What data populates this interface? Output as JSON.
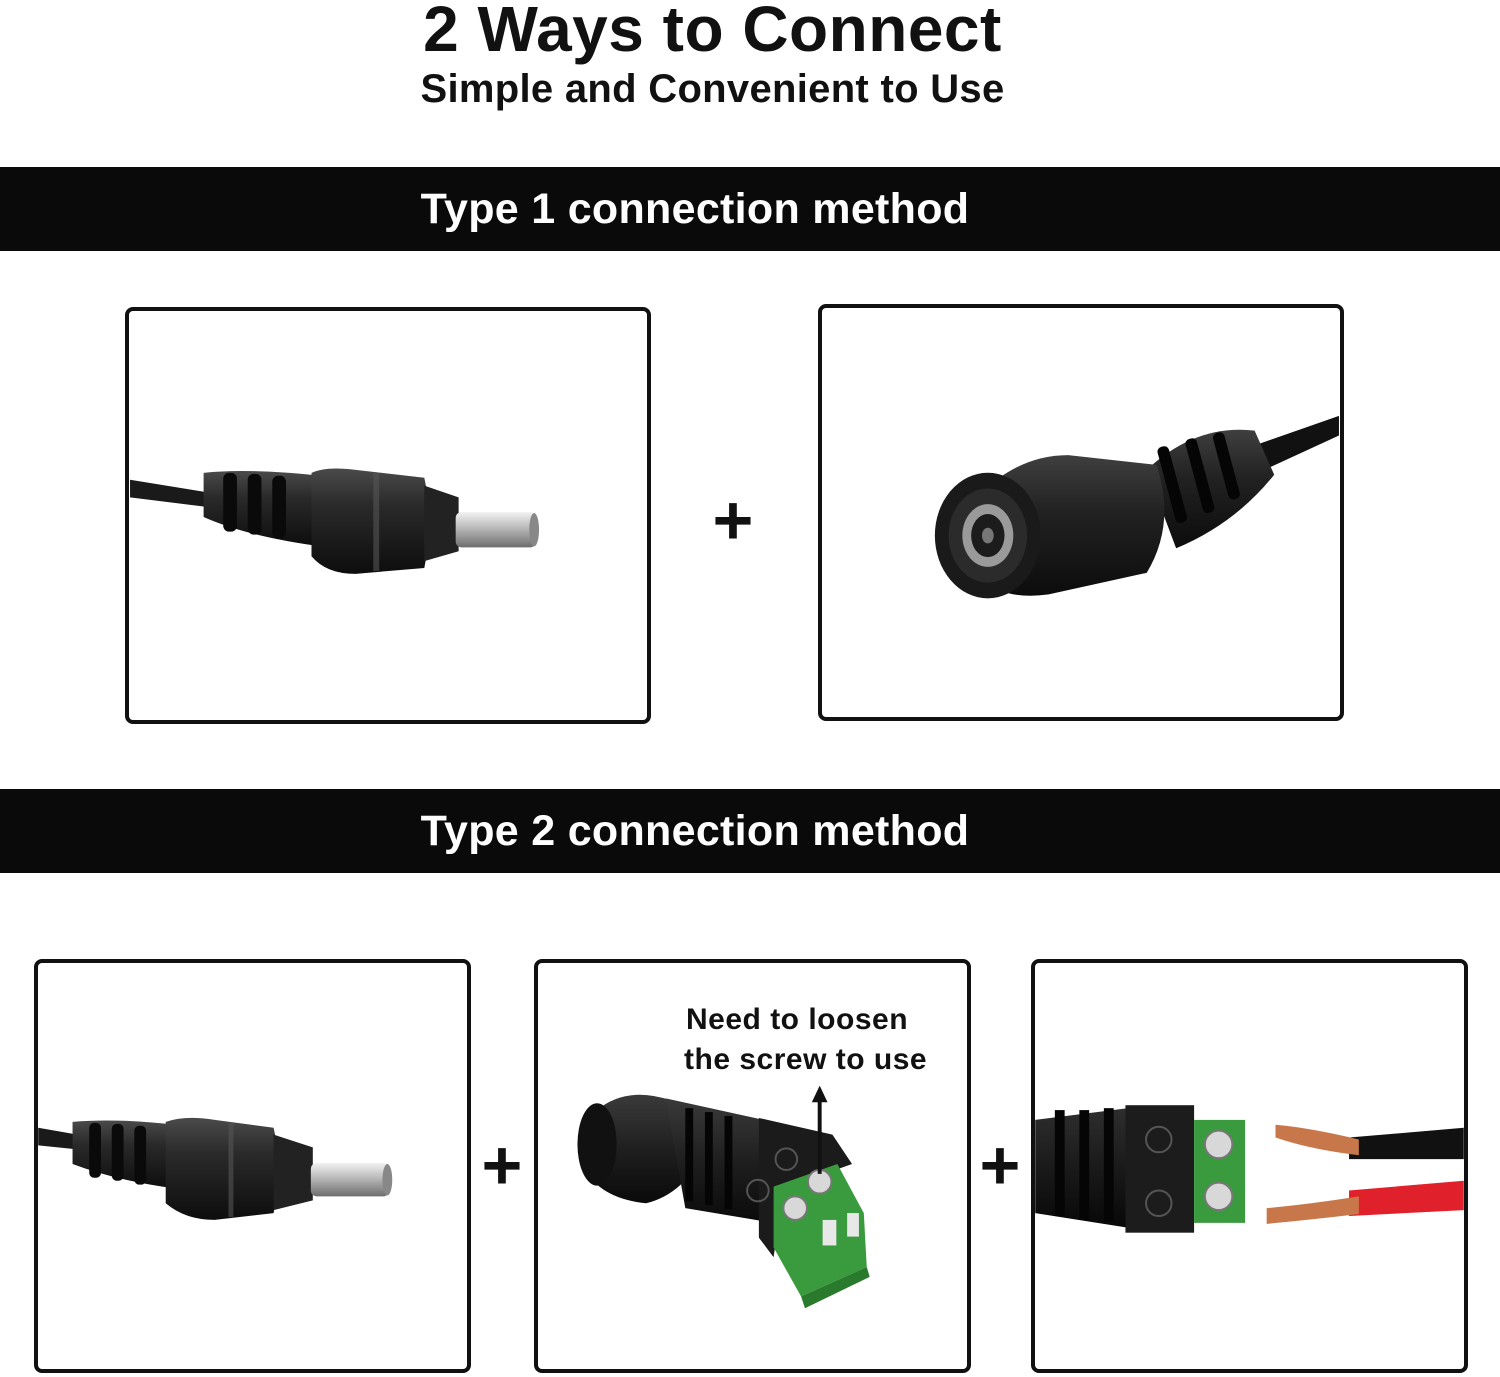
{
  "header": {
    "title": "2 Ways to Connect",
    "subtitle": "Simple and Convenient to Use"
  },
  "sections": [
    {
      "label": "Type 1 connection method",
      "joiners": [
        "+"
      ]
    },
    {
      "label": "Type 2 connection method",
      "joiners": [
        "+",
        "+"
      ],
      "note_line1": "Need to loosen",
      "note_line2": "the screw to use"
    }
  ],
  "colors": {
    "band": "#0a0a0a",
    "terminal_green": "#3a9a3e",
    "wire_red": "#e0202a",
    "copper": "#c8774a"
  },
  "icons": [
    "dc-male-plug-icon",
    "dc-female-jack-icon",
    "terminal-adapter-icon",
    "bare-wire-icon",
    "arrow-up-icon"
  ]
}
